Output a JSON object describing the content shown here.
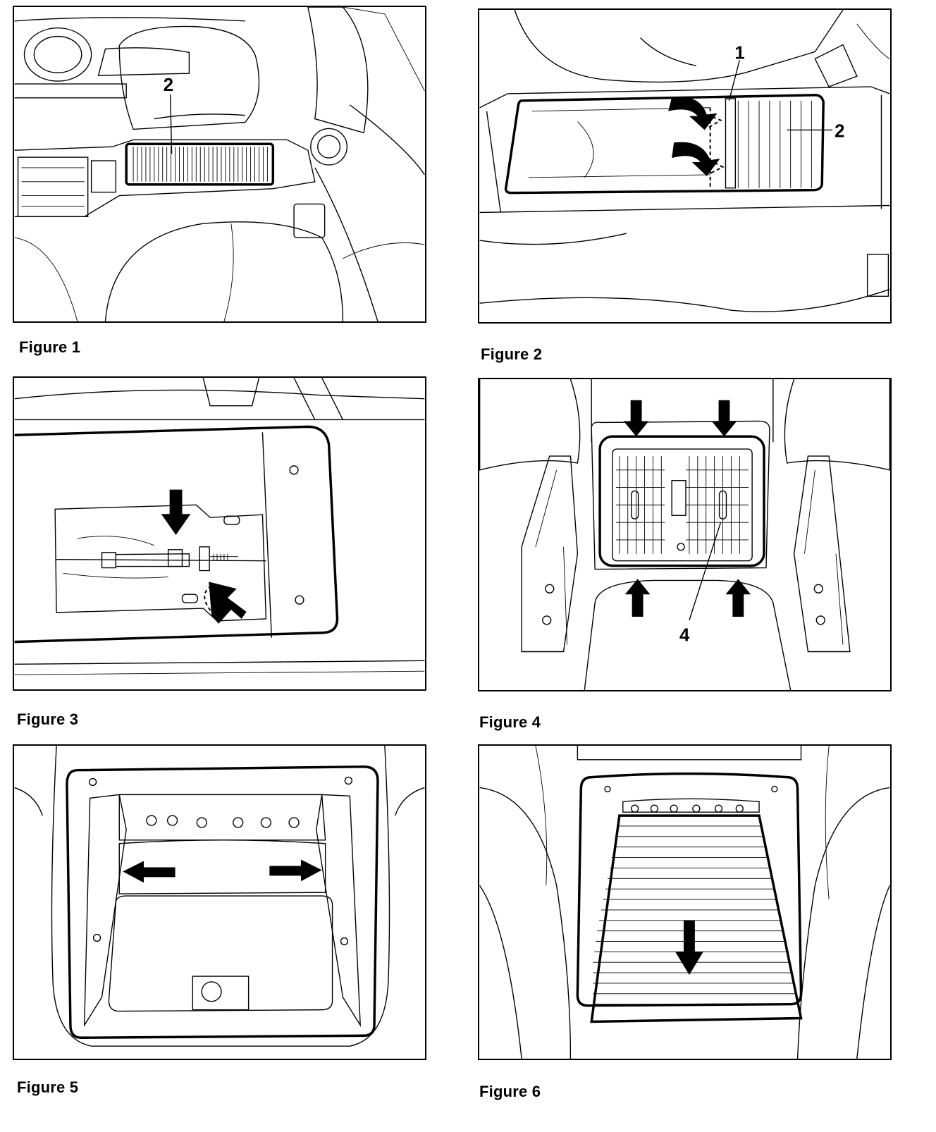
{
  "figures": [
    {
      "caption": "Figure 1",
      "callouts": [
        "2"
      ]
    },
    {
      "caption": "Figure 2",
      "callouts": [
        "1",
        "2"
      ]
    },
    {
      "caption": "Figure 3",
      "callouts": []
    },
    {
      "caption": "Figure 4",
      "callouts": [
        "4"
      ]
    },
    {
      "caption": "Figure 5",
      "callouts": []
    },
    {
      "caption": "Figure 6",
      "callouts": []
    }
  ]
}
